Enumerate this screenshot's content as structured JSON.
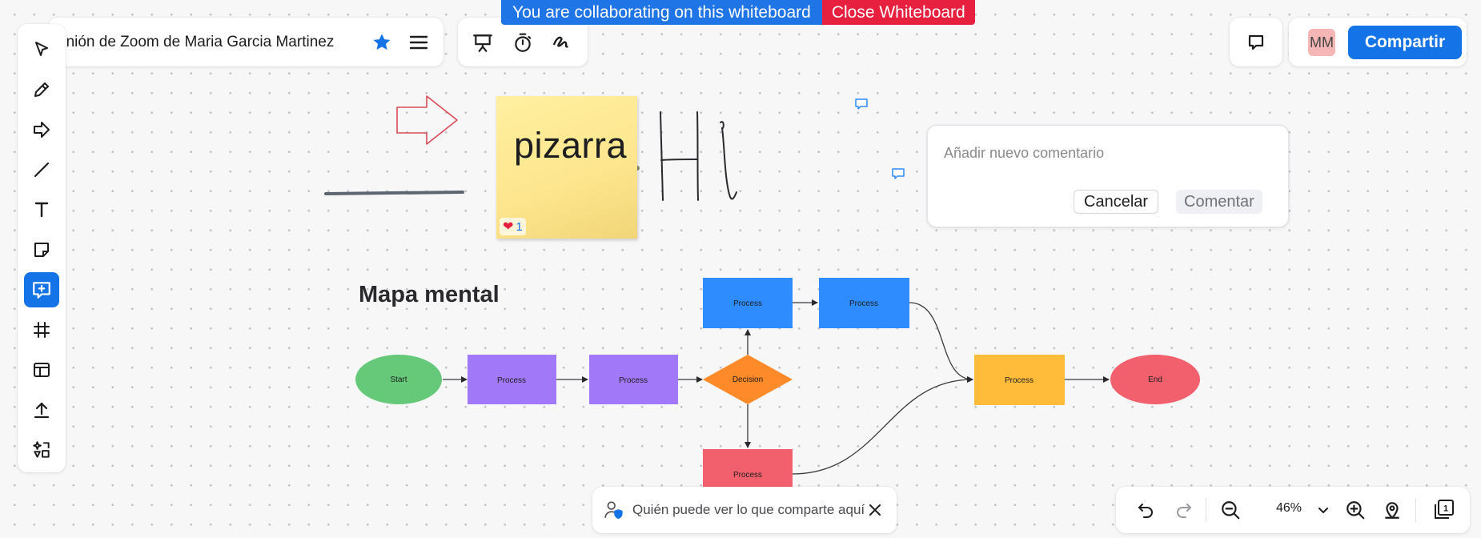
{
  "banner": {
    "message": "You are collaborating on this whiteboard",
    "close_label": "Close Whiteboard"
  },
  "header": {
    "title": "unión de Zoom de Maria Garcia Martinez"
  },
  "user": {
    "initials": "MM"
  },
  "share": {
    "label": "Compartir"
  },
  "comment_popup": {
    "placeholder": "Añadir nuevo comentario",
    "cancel_label": "Cancelar",
    "submit_label": "Comentar"
  },
  "sticky": {
    "text": "pizarra",
    "reaction_count": "1"
  },
  "handwriting": "Hi",
  "mind_map": {
    "title": "Mapa mental",
    "nodes": {
      "start": "Start",
      "p1": "Process",
      "p2": "Process",
      "decision": "Decision",
      "p_top1": "Process",
      "p_top2": "Process",
      "p_bottom": "Process",
      "p_right": "Process",
      "end": "End"
    }
  },
  "share_notice": {
    "text": "Quién puede ver lo que comparte aquí"
  },
  "zoom": {
    "level": "46%",
    "page_count": "1"
  },
  "colors": {
    "primary": "#1473e6",
    "banner_blue": "#1f74e6",
    "banner_red": "#e8203f",
    "start_node": "#66c979",
    "process_purple": "#a178f7",
    "decision_orange": "#ff8a2a",
    "process_blue": "#2e8cff",
    "process_red": "#f2606e",
    "process_yellow": "#ffbc3a",
    "end_node": "#f2606e"
  }
}
